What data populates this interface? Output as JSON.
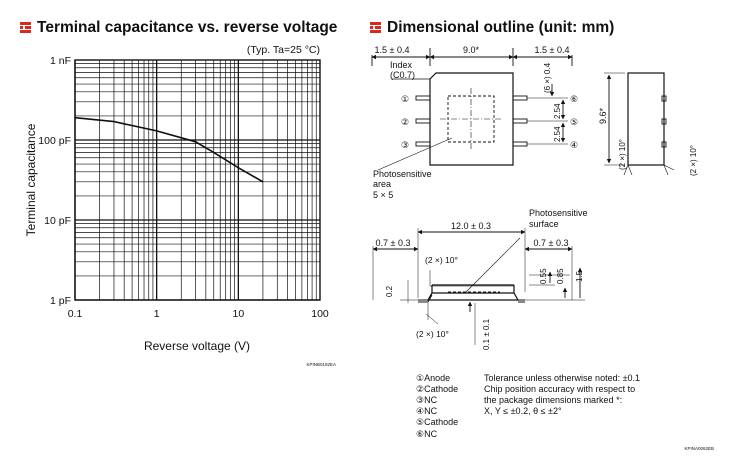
{
  "left_title": "Terminal capacitance vs. reverse voltage",
  "right_title": "Dimensional outline (unit: mm)",
  "chart": {
    "condition": "(Typ. Ta=25 °C)",
    "xlabel": "Reverse voltage (V)",
    "ylabel": "Terminal capacitance",
    "x_ticks": [
      "0.1",
      "1",
      "10",
      "100"
    ],
    "y_ticks": [
      "1 pF",
      "10 pF",
      "100 pF",
      "1 nF"
    ],
    "code": "KPINB0192EA"
  },
  "chart_data": {
    "type": "line",
    "title": "Terminal capacitance vs. reverse voltage",
    "xlabel": "Reverse voltage (V)",
    "ylabel": "Terminal capacitance",
    "x_scale": "log",
    "y_scale": "log",
    "xlim": [
      0.1,
      100
    ],
    "ylim_pF": [
      1,
      1000
    ],
    "grid": true,
    "series": [
      {
        "x": [
          0.1,
          0.3,
          1,
          3,
          5,
          10,
          20
        ],
        "y_pF": [
          190,
          170,
          130,
          95,
          70,
          45,
          30
        ]
      }
    ]
  },
  "outline": {
    "dim_top_left": "1.5 ± 0.4",
    "dim_top_center": "9.0*",
    "dim_top_right": "1.5 ± 0.4",
    "index_label": "Index",
    "index_value": "(C0.7)",
    "dim_lead_w": "(6 ×) 0.4",
    "dim_pitch_1": "2.54",
    "dim_pitch_2": "2.54",
    "dim_height": "9.6*",
    "dim_angle_a": "(2 ×) 10°",
    "dim_angle_b": "(2 ×) 10°",
    "pins_left": [
      "①",
      "②",
      "③"
    ],
    "pins_right": [
      "⑥",
      "⑤",
      "④"
    ],
    "photosensitive_area": [
      "Photosensitive",
      "area",
      "5 × 5"
    ],
    "photosensitive_surface": [
      "Photosensitive",
      "surface"
    ],
    "dim_length": "12.0 ± 0.3",
    "dim_left_lead": "0.7 ± 0.3",
    "dim_right_lead": "0.7 ± 0.3",
    "dim_angle_top": "(2 ×) 10°",
    "dim_angle_bottom": "(2 ×) 10°",
    "dim_lead_t": "0.2",
    "dim_055": "0.55",
    "dim_085": "0.85",
    "dim_15": "1.5",
    "dim_01": "0.1 ± 0.1",
    "legend": [
      "①Anode",
      "②Cathode",
      "③NC",
      "④NC",
      "⑤Cathode",
      "⑥NC"
    ],
    "notes": [
      "Tolerance unless otherwise noted: ±0.1",
      "Chip position accuracy with respect to",
      "the package dimensions marked *:",
      "X, Y ≤ ±0.2, θ ≤ ±2°"
    ],
    "code": "KPINA0062EB"
  }
}
